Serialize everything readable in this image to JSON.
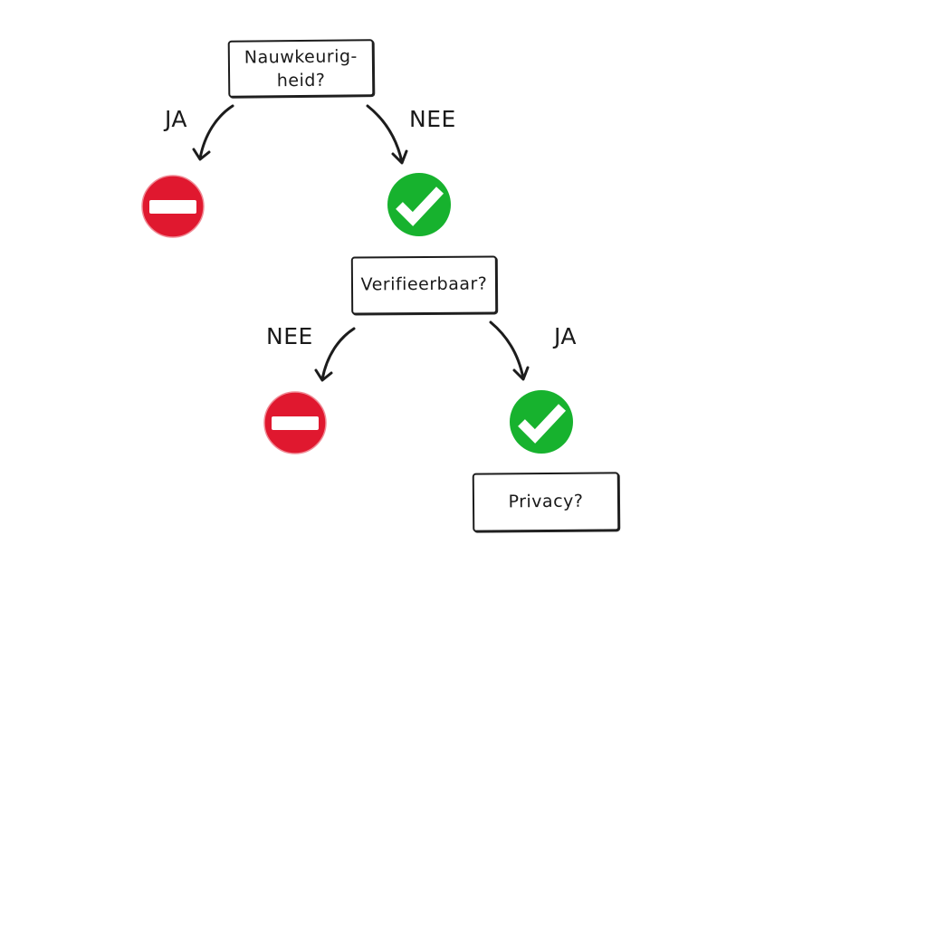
{
  "nodes": {
    "accuracy": {
      "label": "Nauwkeurig-\nheid?"
    },
    "verifiable": {
      "label": "Verifieerbaar?"
    },
    "privacy": {
      "label": "Privacy?"
    }
  },
  "edges": {
    "accuracy_yes": {
      "label": "JA",
      "outcome": "no-entry-icon"
    },
    "accuracy_no": {
      "label": "NEE",
      "outcome": "check-icon"
    },
    "verifiable_no": {
      "label": "NEE",
      "outcome": "no-entry-icon"
    },
    "verifiable_yes": {
      "label": "JA",
      "outcome": "check-icon"
    }
  },
  "colors": {
    "reject": "#e0182f",
    "accept": "#17b22e",
    "ink": "#1c1c1c"
  }
}
